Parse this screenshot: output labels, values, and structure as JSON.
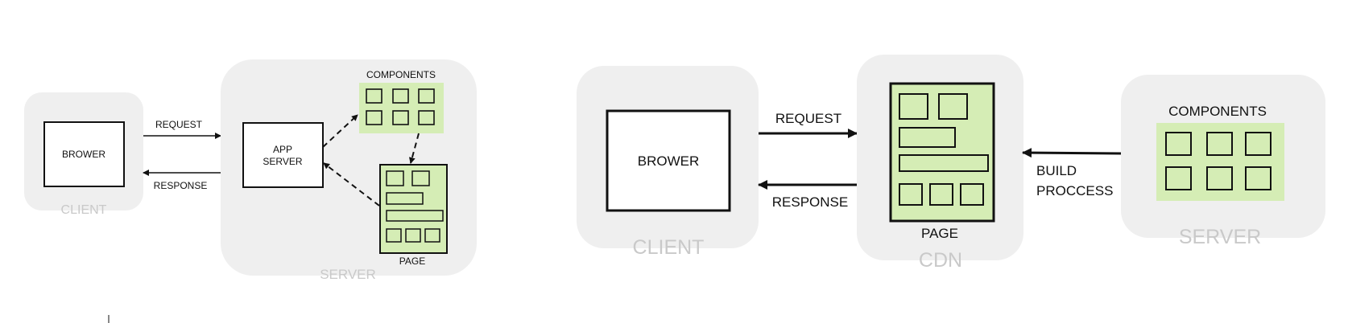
{
  "left_diagram": {
    "client_group_label": "CLIENT",
    "browser_label": "BROWER",
    "request_label": "REQUEST",
    "response_label": "RESPONSE",
    "server_group_label": "SERVER",
    "app_server_label_line1": "APP",
    "app_server_label_line2": "SERVER",
    "components_label": "COMPONENTS",
    "page_label": "PAGE"
  },
  "right_diagram": {
    "client_group_label": "CLIENT",
    "browser_label": "BROWER",
    "request_label": "REQUEST",
    "response_label": "RESPONSE",
    "cdn_group_label": "CDN",
    "page_label": "PAGE",
    "build_label_line1": "BUILD",
    "build_label_line2": "PROCCESS",
    "server_group_label": "SERVER",
    "components_label": "COMPONENTS"
  },
  "colors": {
    "group_background": "#efefef",
    "component_fill": "#d5edb5",
    "stroke": "#111111",
    "group_label": "#c9c9c9"
  }
}
